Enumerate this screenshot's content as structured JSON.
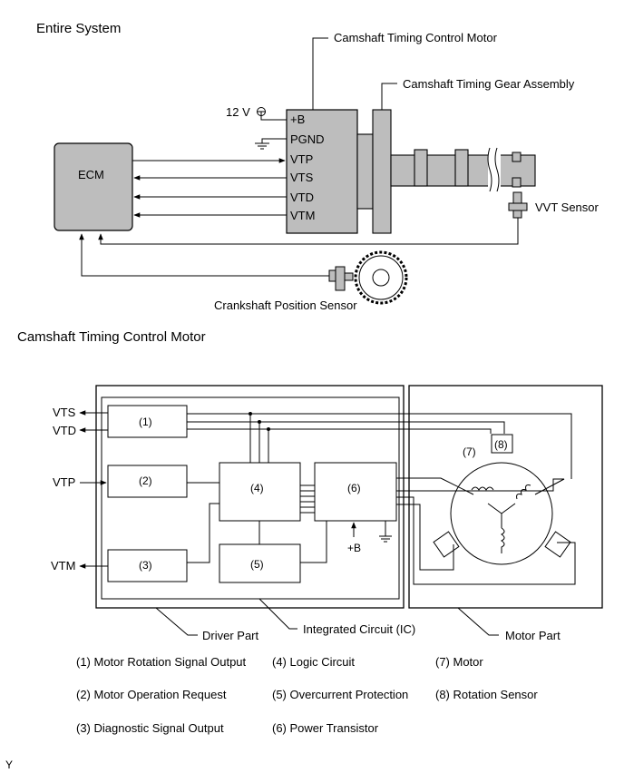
{
  "titles": {
    "entire_system": "Entire System",
    "motor_section": "Camshaft Timing Control Motor"
  },
  "top": {
    "motor_callout": "Camshaft Timing Control Motor",
    "gear_callout": "Camshaft Timing Gear Assembly",
    "voltage": "12 V",
    "ecm": "ECM",
    "pins": [
      "+B",
      "PGND",
      "VTP",
      "VTS",
      "VTD",
      "VTM"
    ],
    "vvt_sensor": "VVT Sensor",
    "crank_sensor": "Crankshaft Position Sensor"
  },
  "bottom": {
    "io_labels": {
      "vts": "VTS",
      "vtd": "VTD",
      "vtp": "VTP",
      "vtm": "VTM"
    },
    "blocks": {
      "b1": "(1)",
      "b2": "(2)",
      "b3": "(3)",
      "b4": "(4)",
      "b5": "(5)",
      "b6": "(6)",
      "b7": "(7)",
      "b8": "(8)"
    },
    "plus_b": "+B",
    "callouts": {
      "driver": "Driver Part",
      "ic": "Integrated Circuit (IC)",
      "motor": "Motor Part"
    }
  },
  "legend": [
    "(1) Motor Rotation Signal Output",
    "(2) Motor Operation Request",
    "(3) Diagnostic Signal Output",
    "(4) Logic Circuit",
    "(5) Overcurrent Protection",
    "(6) Power Transistor",
    "(7) Motor",
    "(8) Rotation Sensor"
  ],
  "footer_mark": "Y"
}
